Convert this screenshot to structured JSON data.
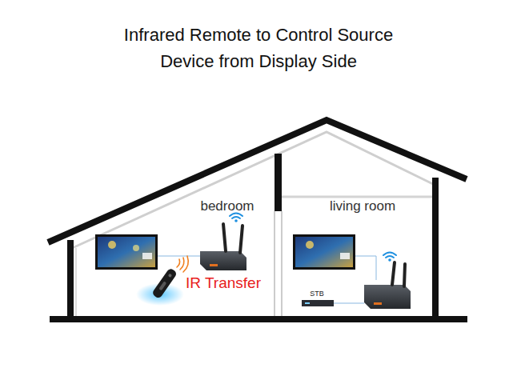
{
  "diagram": {
    "title": "Infrared Remote to Control Source Device from Display Side",
    "labels": [
      "bedroom",
      "living room",
      "IR Transfer",
      "STB"
    ]
  }
}
